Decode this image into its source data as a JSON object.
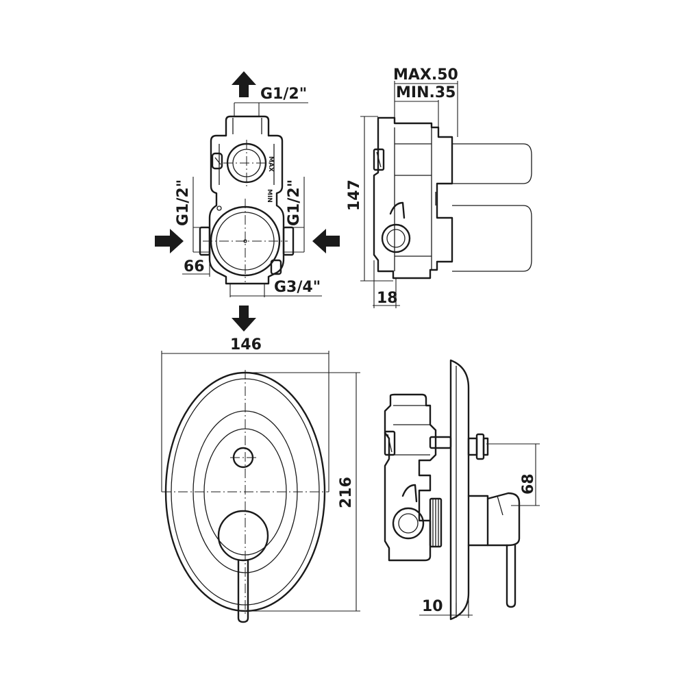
{
  "labels": {
    "outlet_top": "G1/2\"",
    "inlet_left": "G1/2\"",
    "inlet_right": "G1/2\"",
    "dim_66": "66",
    "outlet_bottom": "G3/4\"",
    "max_depth": "MAX.50",
    "min_depth": "MIN.35",
    "dim_147": "147",
    "dim_18": "18",
    "dim_146": "146",
    "dim_216": "216",
    "dim_68": "68",
    "dim_10": "10",
    "mark_max": "MAX",
    "mark_min": "MIN"
  }
}
